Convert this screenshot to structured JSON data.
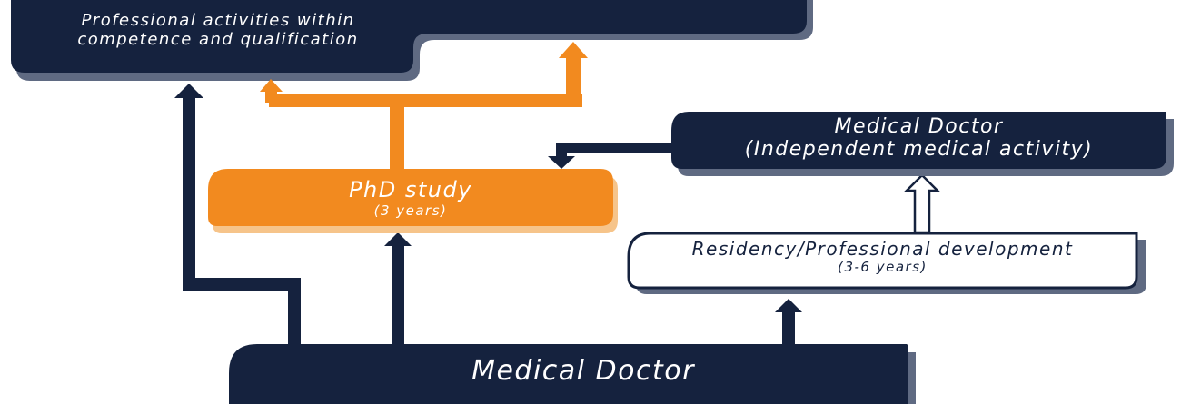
{
  "nodes": {
    "professional": {
      "line1": "Professional activities within",
      "line2": "competence and qualification"
    },
    "phd": {
      "title": "PhD study",
      "duration": "(3 years)"
    },
    "independent": {
      "line1": "Medical Doctor",
      "line2": "(Independent medical activity)"
    },
    "residency": {
      "title": "Residency/Professional development",
      "duration": "(3-6 years)"
    },
    "medical_doctor": {
      "title": "Medical Doctor"
    }
  },
  "colors": {
    "navy": "#15223e",
    "orange": "#f28a1f",
    "shadow": "#5f6a82",
    "orange_shadow": "#f6c48a",
    "white_box": "#ffffff"
  }
}
